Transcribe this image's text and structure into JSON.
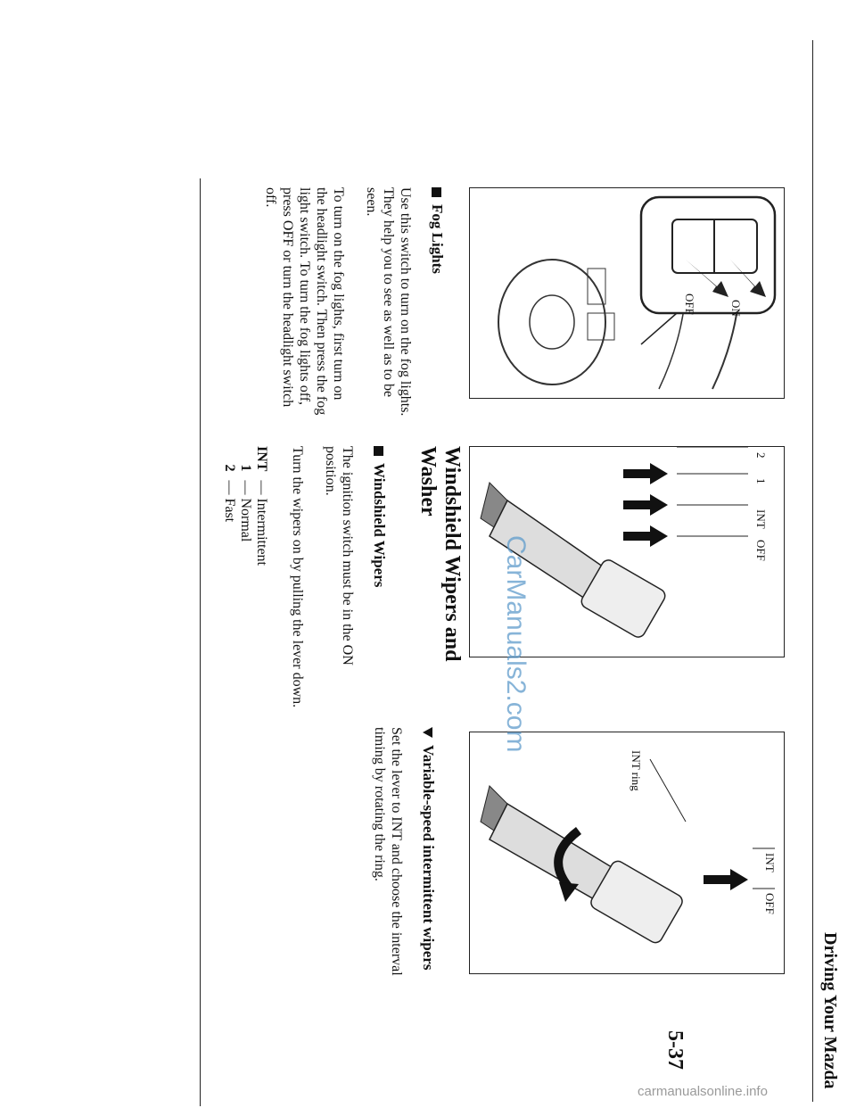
{
  "header": {
    "running_head": "Driving Your Mazda"
  },
  "footer": {
    "page_number": "5-37",
    "site_watermark": "carmanualsonline.info"
  },
  "watermark": {
    "text": "CarManuals2.com"
  },
  "figure_fog": {
    "off": "OFF",
    "on": "ON"
  },
  "figure_wiper": {
    "off": "OFF",
    "int": "INT",
    "one": "1",
    "two": "2"
  },
  "figure_variable": {
    "off": "OFF",
    "int": "INT",
    "int_ring": "INT ring"
  },
  "fog_lights": {
    "heading": "Fog Lights",
    "para1": "Use this switch to turn on the fog lights. They help you to see as well as to be seen.",
    "para2": "To turn on the fog lights, first turn on the headlight switch. Then press the fog light switch. To turn the fog lights off, press OFF or turn the headlight switch off."
  },
  "wipers_section": {
    "title_line1": "Windshield Wipers and",
    "title_line2": "Washer"
  },
  "windshield_wipers": {
    "heading": "Windshield Wipers",
    "para1": "The ignition switch must be in the ON position.",
    "para2": "Turn the wipers on by pulling the lever down.",
    "settings": [
      {
        "key": "INT",
        "desc": "— Intermittent"
      },
      {
        "key": "1",
        "desc": "— Normal"
      },
      {
        "key": "2",
        "desc": "— Fast"
      }
    ]
  },
  "variable_speed": {
    "heading": "Variable-speed intermittent wipers",
    "para1": "Set the lever to INT and choose the interval timing by rotating the ring."
  }
}
